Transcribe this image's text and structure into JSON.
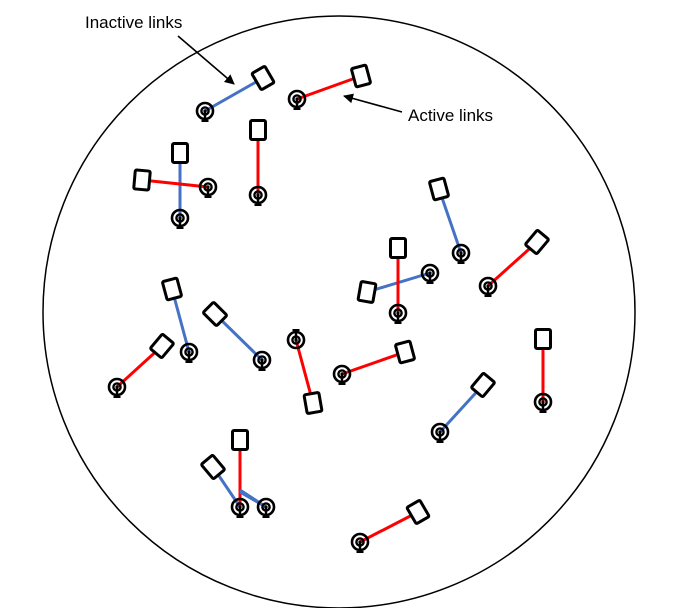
{
  "labels": {
    "inactive": "Inactive links",
    "active": "Active links"
  },
  "legend": {
    "inactive_color": "#4472c4",
    "active_color": "#ff0000"
  },
  "icons": {
    "transmitter": "antenna-icon",
    "receiver": "device-icon"
  },
  "links": [
    {
      "id": 1,
      "status": "inactive"
    },
    {
      "id": 2,
      "status": "active"
    },
    {
      "id": 3,
      "status": "active"
    },
    {
      "id": 4,
      "status": "inactive"
    },
    {
      "id": 5,
      "status": "active"
    },
    {
      "id": 6,
      "status": "inactive"
    },
    {
      "id": 7,
      "status": "inactive"
    },
    {
      "id": 8,
      "status": "active"
    },
    {
      "id": 9,
      "status": "inactive"
    },
    {
      "id": 10,
      "status": "active"
    },
    {
      "id": 11,
      "status": "inactive"
    },
    {
      "id": 12,
      "status": "active"
    },
    {
      "id": 13,
      "status": "inactive"
    },
    {
      "id": 14,
      "status": "active"
    },
    {
      "id": 15,
      "status": "active"
    },
    {
      "id": 16,
      "status": "active"
    },
    {
      "id": 17,
      "status": "inactive"
    },
    {
      "id": 18,
      "status": "active"
    },
    {
      "id": 19,
      "status": "inactive"
    },
    {
      "id": 20,
      "status": "inactive"
    },
    {
      "id": 21,
      "status": "active"
    }
  ]
}
